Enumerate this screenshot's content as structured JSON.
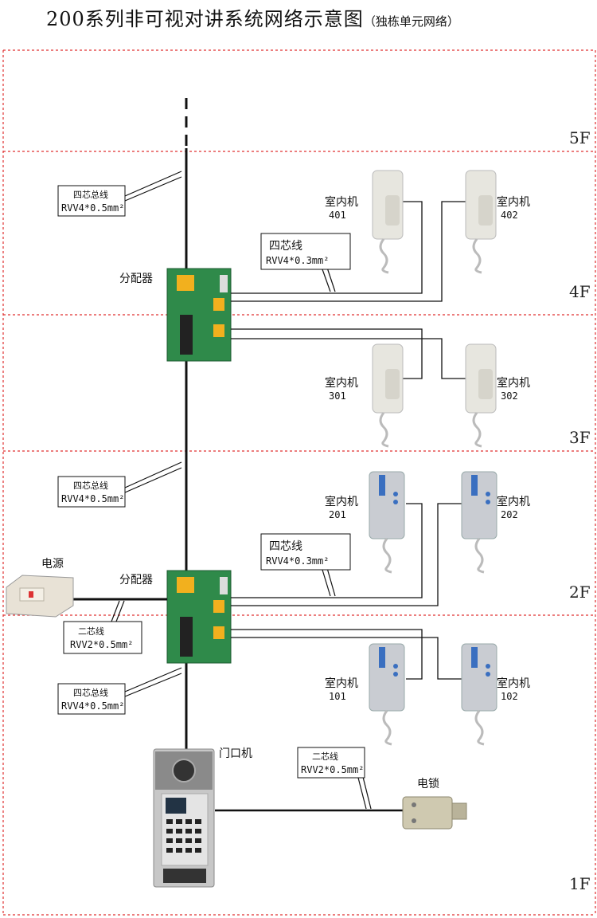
{
  "title": "200系列非可视对讲系统网络示意图",
  "subtitle": "（独栋单元网络）",
  "floors": [
    "5F",
    "4F",
    "3F",
    "2F",
    "1F"
  ],
  "distributor_label": "分配器",
  "power_label": "电源",
  "door_unit_label": "门口机",
  "lock_label": "电锁",
  "indoor_label": "室内机",
  "units": [
    "401",
    "402",
    "301",
    "302",
    "201",
    "202",
    "101",
    "102"
  ],
  "bus_callouts": [
    {
      "name": "四芯总线",
      "spec": "RVV4*0.5mm²"
    },
    {
      "name": "四芯总线",
      "spec": "RVV4*0.5mm²"
    },
    {
      "name": "四芯总线",
      "spec": "RVV4*0.5mm²"
    }
  ],
  "branch_callouts": [
    {
      "name": "四芯线",
      "spec": "RVV4*0.3mm²"
    },
    {
      "name": "四芯线",
      "spec": "RVV4*0.3mm²"
    }
  ],
  "two_core_callouts": [
    {
      "name": "二芯线",
      "spec": "RVV2*0.5mm²"
    },
    {
      "name": "二芯线",
      "spec": "RVV2*0.5mm²"
    }
  ],
  "colors": {
    "floor_divider": "#e03030",
    "wire": "#111111",
    "pcb": "#2f8a4a",
    "relay": "#f2b01e",
    "handset_blue": "#3a6fc0"
  }
}
